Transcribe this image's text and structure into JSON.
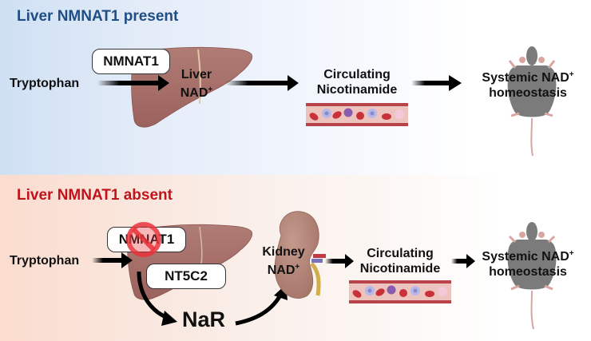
{
  "panels": {
    "top": {
      "title": "Liver NMNAT1 present",
      "title_color": "#1f4e85",
      "input": "Tryptophan",
      "enzyme": "NMNAT1",
      "organ_label_line1": "Liver",
      "organ_label_line2": "NAD",
      "organ_label_sup": "+",
      "circulating_line1": "Circulating",
      "circulating_line2": "Nicotinamide",
      "outcome_line1": "Systemic NAD",
      "outcome_sup": "+",
      "outcome_line2": "homeostasis"
    },
    "bottom": {
      "title": "Liver NMNAT1 absent",
      "title_color": "#c0131c",
      "input": "Tryptophan",
      "enzyme_blocked": "NMNAT1",
      "enzyme_alt": "NT5C2",
      "intermediate": "NaR",
      "organ_label_line1": "Kidney",
      "organ_label_line2": "NAD",
      "organ_label_sup": "+",
      "circulating_line1": "Circulating",
      "circulating_line2": "Nicotinamide",
      "outcome_line1": "Systemic NAD",
      "outcome_sup": "+",
      "outcome_line2": "homeostasis"
    }
  },
  "colors": {
    "liver": "#a86f6a",
    "kidney": "#b58578",
    "mouse": "#7b7b7b",
    "block_symbol": "#e8333a",
    "vessel": "#c0474e"
  }
}
